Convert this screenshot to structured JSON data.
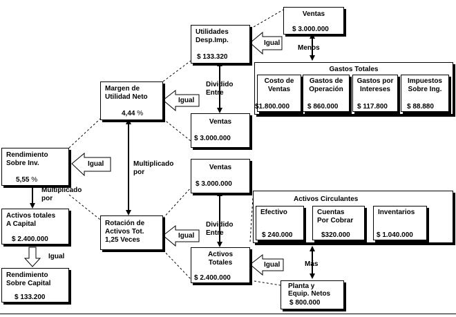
{
  "colors": {
    "ink": "#000000",
    "paper": "#ffffff"
  },
  "rendimiento_inv": {
    "title_1": "Rendimiento",
    "title_2": "Sobre Inv.",
    "value": "5,55",
    "unit": "%"
  },
  "activos_capital": {
    "title_1": "Activos totales",
    "title_2": "A Capital",
    "value": "$ 2.400.000"
  },
  "rendimiento_capital": {
    "title_1": "Rendimiento",
    "title_2": "Sobre Capital",
    "value": "$ 133.200"
  },
  "margen": {
    "title_1": "Margen de",
    "title_2": "Utilidad Neto",
    "value": "4,44",
    "unit": "%"
  },
  "rotacion": {
    "title_1": "Rotación de",
    "title_2": "Activos Tot.",
    "title_3": "1,25 Veces"
  },
  "utilidades": {
    "title_1": "Utilidades",
    "title_2": "Desp.Imp.",
    "value": "$ 133.320"
  },
  "ventas_margen": {
    "title": "Ventas",
    "value": "$ 3.000.000"
  },
  "ventas_top": {
    "title": "Ventas",
    "value": "$ 3.000.000"
  },
  "ventas_rotacion": {
    "title": "Ventas",
    "value": "$ 3.000.000"
  },
  "activos_totales": {
    "title_1": "Activos",
    "title_2": "Totales",
    "value": "$ 2.400.000"
  },
  "gastos_totales": {
    "title": "Gastos Totales",
    "items": [
      {
        "label_1": "Costo de",
        "label_2": "Ventas",
        "value": "$1.800.000"
      },
      {
        "label_1": "Gastos de",
        "label_2": "Operación",
        "value": "$ 860.000"
      },
      {
        "label_1": "Gastos por",
        "label_2": "Intereses",
        "value": "$ 117.800"
      },
      {
        "label_1": "Impuestos",
        "label_2": "Sobre Ing.",
        "value": "$ 88.880"
      }
    ]
  },
  "activos_circulantes": {
    "title": "Activos Circulantes",
    "items": [
      {
        "label_1": "Efectivo",
        "label_2": "",
        "value": "$ 240.000"
      },
      {
        "label_1": "Cuentas",
        "label_2": "Por Cobrar",
        "value": "$320.000"
      },
      {
        "label_1": "Inventarios",
        "label_2": "",
        "value": "$ 1.040.000"
      }
    ]
  },
  "planta": {
    "title_1": "Planta y",
    "title_2": "Equip. Netos",
    "value": "$ 800.000"
  },
  "labels": {
    "igual": "Igual",
    "multiplicado": "Multiplicado",
    "por": "por",
    "dividido": "Dividido",
    "entre": "Entre",
    "menos": "Menos",
    "mas": "Más"
  }
}
